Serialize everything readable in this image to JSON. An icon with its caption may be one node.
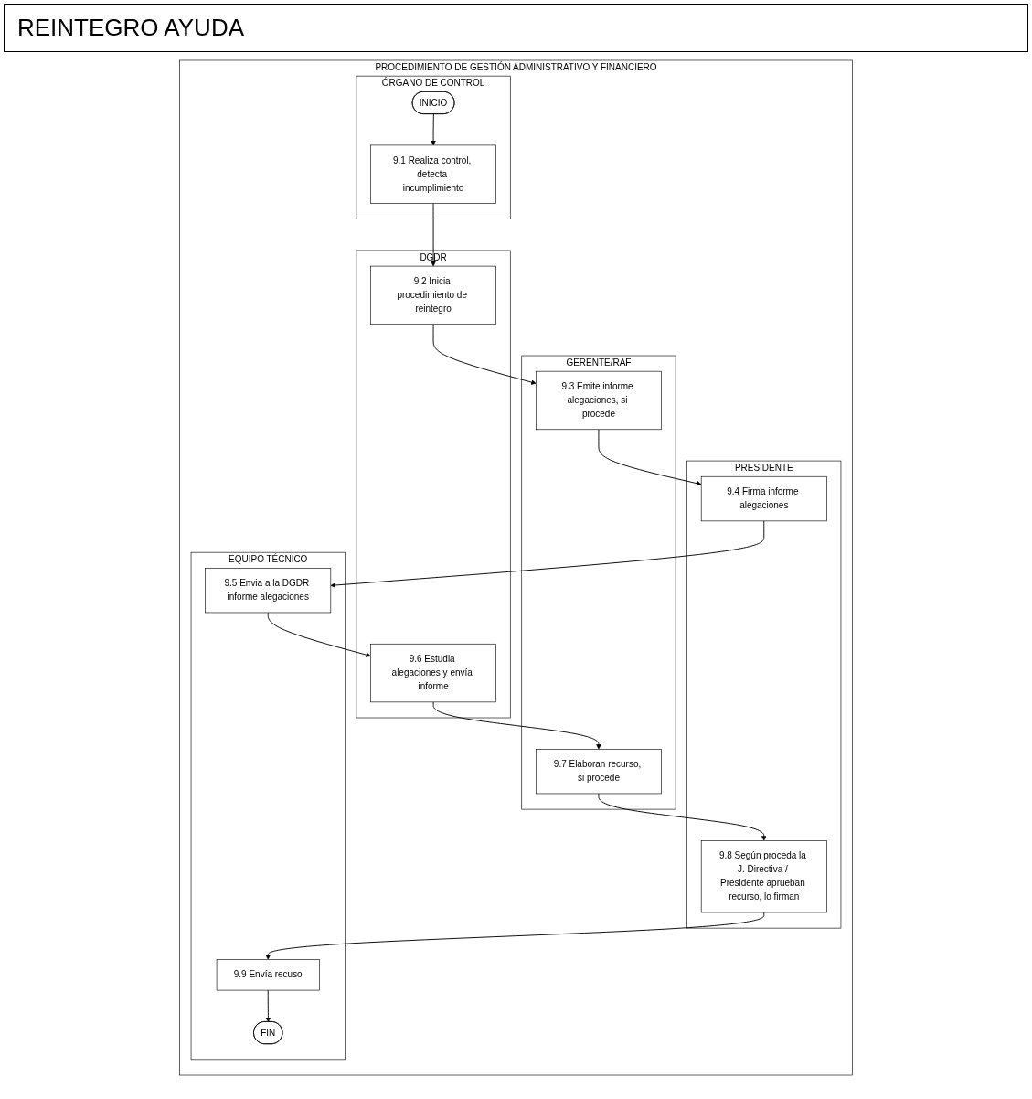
{
  "diagram": {
    "title": "REINTEGRO AYUDA",
    "nodes": [
      {
        "text": [
          "PROCEDIMIENTO DE GESTIÓN ADMINISTRATIVO Y FINANCIERO"
        ]
      },
      {
        "text": [
          "ÓRGANO DE CONTROL"
        ],
        "in": 0
      },
      {
        "text": [
          "INICIO"
        ],
        "in": 1
      },
      {
        "text": [
          "9.1 Realiza control, detecta incumplimiento"
        ],
        "in": 1
      },
      {
        "text": [
          "DGDR"
        ],
        "in": 0
      },
      {
        "text": [
          "9.2 Inicia procedimiento de reintegro"
        ],
        "in": 4
      },
      {
        "text": [
          "9.6 Estudia alegaciones y envía informe"
        ],
        "in": 4
      },
      {
        "text": [
          "GERENTE/RAF"
        ],
        "in": 0
      },
      {
        "text": [
          "9.3 Emite informe alegaciones, si procede"
        ],
        "in": 7
      },
      {
        "text": [
          "9.7 Elaboran recurso, si procede"
        ],
        "in": 7
      },
      {
        "text": [
          "PRESIDENTE"
        ],
        "in": 0
      },
      {
        "text": [
          "9.4 Firma informe alegaciones"
        ],
        "in": 10
      },
      {
        "text": [
          "9.8 Según proceda la J. Directiva / Presidente aprueban recurso, lo firman"
        ],
        "in": 10
      },
      {
        "text": [
          "EQUIPO TÉCNICO"
        ],
        "in": 0
      },
      {
        "text": [
          "9.5 Envia a la DGDR informe alegaciones"
        ],
        "in": 13
      },
      {
        "text": [
          "9.9 Envía recuso"
        ],
        "in": 13
      },
      {
        "text": [
          "FIN"
        ],
        "in": 13
      }
    ],
    "edges": [
      {
        "from": 2,
        "to": 3,
        "arrow": "to"
      },
      {
        "from": 3,
        "to": 5,
        "arrow": "to"
      },
      {
        "from": 5,
        "to": 8,
        "arrow": "to"
      },
      {
        "from": 8,
        "to": 11,
        "arrow": "to"
      },
      {
        "from": 11,
        "to": 14,
        "arrow": "to"
      },
      {
        "from": 14,
        "to": 6,
        "arrow": "to"
      },
      {
        "from": 6,
        "to": 9,
        "arrow": "to"
      },
      {
        "from": 9,
        "to": 12,
        "arrow": "to"
      },
      {
        "from": 12,
        "to": 15,
        "arrow": "to"
      },
      {
        "from": 15,
        "to": 16,
        "arrow": "to"
      }
    ]
  }
}
